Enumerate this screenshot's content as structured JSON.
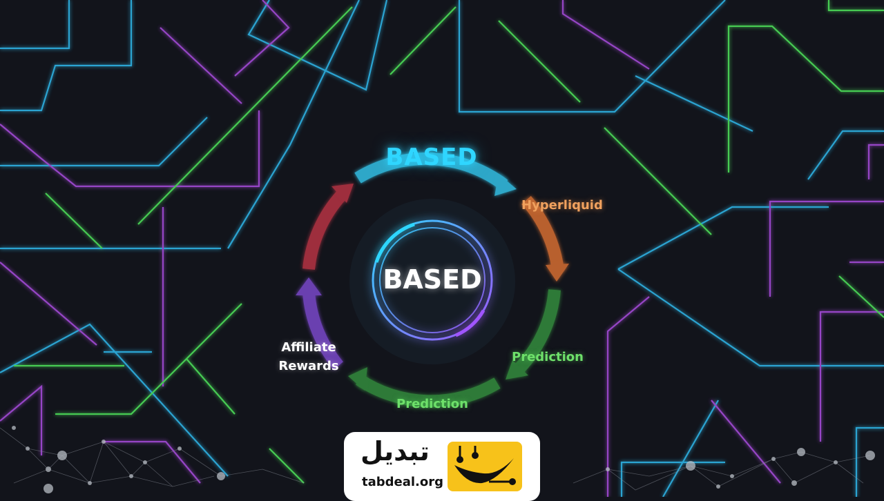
{
  "diagram": {
    "top_label": "BASED",
    "center_label": "BASED",
    "steps": [
      {
        "label": "Hyperliquid",
        "color": "#f0a15e"
      },
      {
        "label": "Prediction",
        "color": "#6ee06a"
      },
      {
        "label": "Prediction",
        "color": "#6ee06a"
      },
      {
        "label": "Affiliate Rewards",
        "color": "#ffffff"
      }
    ],
    "accent_colors": {
      "cyan": "#2fd6ff",
      "orange": "#e07a3a",
      "green": "#3fa84a",
      "purple": "#8a4fd6",
      "red": "#c93b4e"
    }
  },
  "background": {
    "line_colors": [
      "#2fb4e6",
      "#a54bd9",
      "#4de05a"
    ],
    "base_color": "#12141b"
  },
  "logo": {
    "arabic_name": "تبدیل",
    "url": "tabdeal.org",
    "badge_color": "#f7c21a",
    "icon": "tabdeal-smile-icon"
  }
}
